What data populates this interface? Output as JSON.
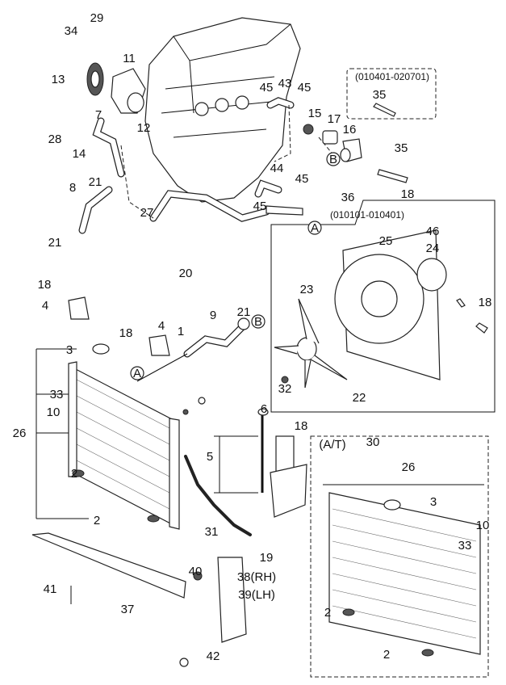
{
  "diagram": {
    "labels": [
      "29",
      "34",
      "11",
      "13",
      "7",
      "12",
      "28",
      "14",
      "21",
      "8",
      "21",
      "27",
      "20",
      "45",
      "43",
      "45",
      "15",
      "17",
      "16",
      "35",
      "(010401-020701)",
      "35",
      "36",
      "44",
      "45",
      "45",
      "18",
      "(010101-010401)",
      "46",
      "24",
      "25",
      "23",
      "18",
      "32",
      "22",
      "30",
      "18",
      "4",
      "21",
      "9",
      "18",
      "4",
      "1",
      "3",
      "33",
      "10",
      "26",
      "6",
      "5",
      "18",
      "2",
      "2",
      "31",
      "19",
      "40",
      "38(RH)",
      "39(LH)",
      "41",
      "37",
      "42",
      "(A/T)",
      "26",
      "3",
      "33",
      "10",
      "2",
      "2"
    ],
    "callouts": [
      "B",
      "A",
      "B",
      "A"
    ]
  }
}
